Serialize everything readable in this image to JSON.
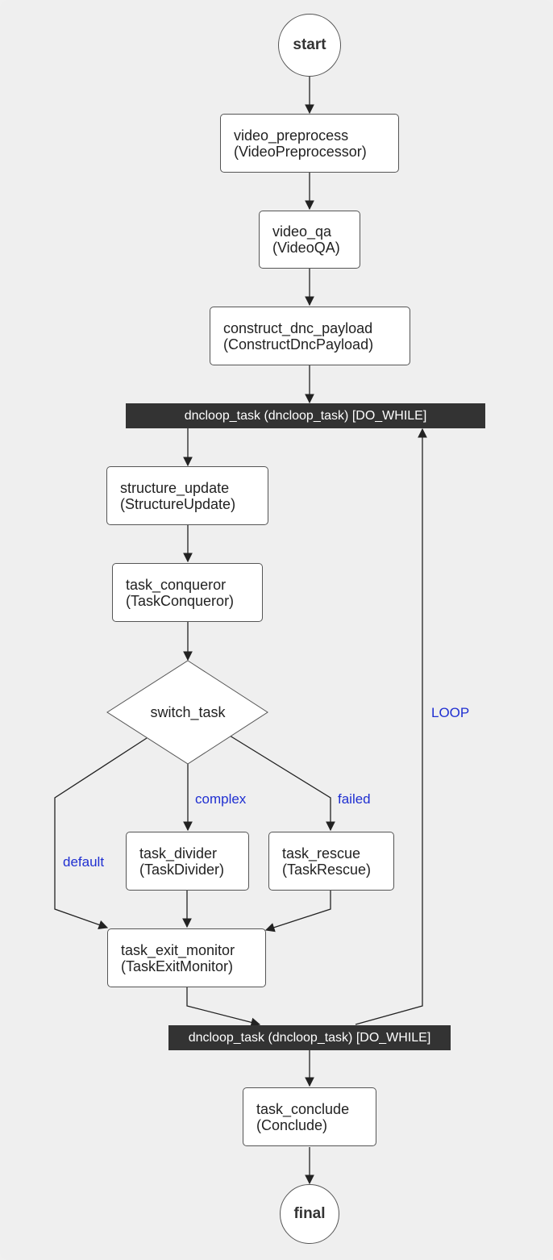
{
  "nodes": {
    "start": {
      "label": "start"
    },
    "video_preprocess": {
      "line1": "video_preprocess",
      "line2": "(VideoPreprocessor)"
    },
    "video_qa": {
      "line1": "video_qa",
      "line2": "(VideoQA)"
    },
    "construct_dnc_payload": {
      "line1": "construct_dnc_payload",
      "line2": "(ConstructDncPayload)"
    },
    "loop_start": {
      "label": "dncloop_task (dncloop_task) [DO_WHILE]"
    },
    "structure_update": {
      "line1": "structure_update",
      "line2": "(StructureUpdate)"
    },
    "task_conqueror": {
      "line1": "task_conqueror",
      "line2": "(TaskConqueror)"
    },
    "switch_task": {
      "label": "switch_task"
    },
    "task_divider": {
      "line1": "task_divider",
      "line2": "(TaskDivider)"
    },
    "task_rescue": {
      "line1": "task_rescue",
      "line2": "(TaskRescue)"
    },
    "task_exit_monitor": {
      "line1": "task_exit_monitor",
      "line2": "(TaskExitMonitor)"
    },
    "loop_end": {
      "label": "dncloop_task (dncloop_task) [DO_WHILE]"
    },
    "task_conclude": {
      "line1": "task_conclude",
      "line2": "(Conclude)"
    },
    "final": {
      "label": "final"
    }
  },
  "edge_labels": {
    "complex": "complex",
    "failed": "failed",
    "default": "default",
    "loop": "LOOP"
  },
  "colors": {
    "background": "#efefef",
    "node_fill": "#ffffff",
    "node_border": "#555555",
    "bar_fill": "#333333",
    "edge": "#222222",
    "edge_label": "#1f2fd1"
  }
}
